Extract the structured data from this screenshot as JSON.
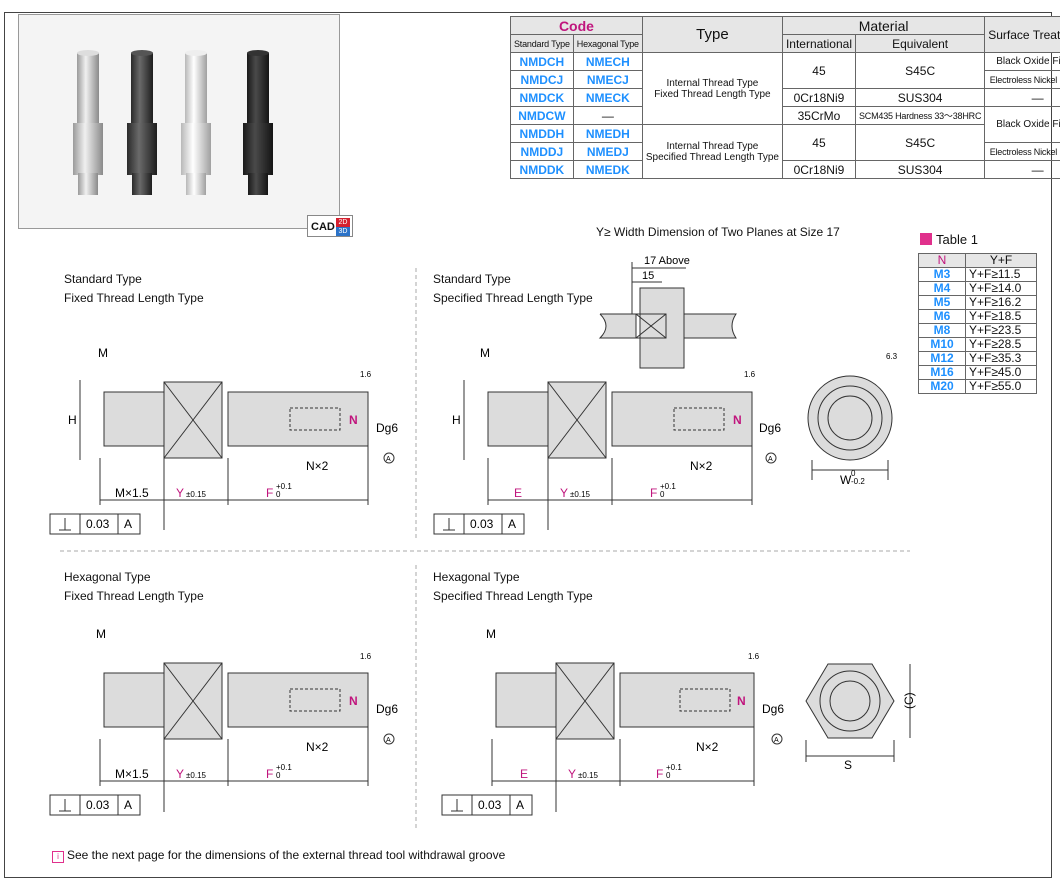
{
  "spec_table": {
    "code_header": "Code",
    "type_header": "Type",
    "material_header": "Material",
    "surface_header": "Surface Treatment",
    "standard_type": "Standard Type",
    "hexagonal_type": "Hexagonal Type",
    "international": "International",
    "equivalent": "Equivalent",
    "rows": [
      {
        "std": "NMDCH",
        "hex": "NMECH"
      },
      {
        "std": "NMDCJ",
        "hex": "NMECJ"
      },
      {
        "std": "NMDCK",
        "hex": "NMECK"
      },
      {
        "std": "NMDCW",
        "hex": "—"
      },
      {
        "std": "NMDDH",
        "hex": "NMEDH"
      },
      {
        "std": "NMDDJ",
        "hex": "NMEDJ"
      },
      {
        "std": "NMDDK",
        "hex": "NMEDK"
      }
    ],
    "type_fixed_1": "Internal Thread Type",
    "type_fixed_2": "Fixed Thread Length Type",
    "type_spec_1": "Internal Thread Type",
    "type_spec_2": "Specified Thread Length Type",
    "mat_45": "45",
    "mat_s45c": "S45C",
    "mat_0cr": "0Cr18Ni9",
    "mat_sus": "SUS304",
    "mat_35": "35CrMo",
    "mat_scm": "SCM435 Hardness 33～38HRC",
    "surf_black": "Black Oxide Finish",
    "surf_nickel": "Electroless Nickel Plating",
    "surf_dash": "—"
  },
  "cad_badge": {
    "label": "CAD",
    "b2d": "2D",
    "b3d": "3D"
  },
  "width_note": "Y≥  Width Dimension of Two Planes at Size 17",
  "table1": {
    "title": "Table 1",
    "col_n": "N",
    "col_yf": "Y+F",
    "rows": [
      {
        "n": "M3",
        "v": "Y+F≥11.5"
      },
      {
        "n": "M4",
        "v": "Y+F≥14.0"
      },
      {
        "n": "M5",
        "v": "Y+F≥16.2"
      },
      {
        "n": "M6",
        "v": "Y+F≥18.5"
      },
      {
        "n": "M8",
        "v": "Y+F≥23.5"
      },
      {
        "n": "M10",
        "v": "Y+F≥28.5"
      },
      {
        "n": "M12",
        "v": "Y+F≥35.3"
      },
      {
        "n": "M16",
        "v": "Y+F≥45.0"
      },
      {
        "n": "M20",
        "v": "Y+F≥55.0"
      }
    ]
  },
  "drawings": {
    "std_fixed_1": "Standard Type",
    "std_fixed_2": "Fixed Thread Length Type",
    "std_spec_1": "Standard Type",
    "std_spec_2": "Specified Thread Length Type",
    "hex_fixed_1": "Hexagonal Type",
    "hex_fixed_2": "Fixed Thread Length Type",
    "hex_spec_1": "Hexagonal Type",
    "hex_spec_2": "Specified Thread Length Type",
    "m": "M",
    "h": "H",
    "n": "N",
    "dg6": "Dg6",
    "nx2": "N×2",
    "mx15": "M×1.5",
    "e": "E",
    "y": "Y",
    "y_tol": "±0.15",
    "f": "F",
    "f_tol_up": "+0.1",
    "f_tol_lo": "0",
    "rough": "1.6",
    "rough63": "6.3",
    "datum": "A",
    "tol": "0.03",
    "w": "W",
    "w_tol_up": "0",
    "w_tol_lo": "-0.2",
    "s": "S",
    "c": "(C)",
    "above17": "17 Above",
    "fifteen": "15"
  },
  "footnote": "See the next page for the dimensions of the external thread tool withdrawal groove"
}
